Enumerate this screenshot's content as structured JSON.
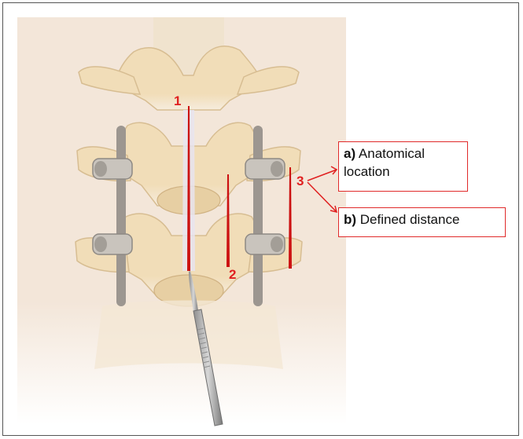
{
  "labels": {
    "midline": "1",
    "paramedian": "2",
    "lateral": "3"
  },
  "callouts": {
    "a_prefix": "a)",
    "a_text_line1": "Anatomical",
    "a_text_line2": "location",
    "b_prefix": "b)",
    "b_text": "Defined distance"
  },
  "colors": {
    "label_red": "#e02020",
    "incision_red": "#cc1111",
    "bone": "#f1ddb8",
    "bone_shade": "#d7bd92",
    "background_skin": "#f3e6d9",
    "rod": "#9c9690"
  },
  "icons": {
    "tool": "scalpel-icon"
  }
}
